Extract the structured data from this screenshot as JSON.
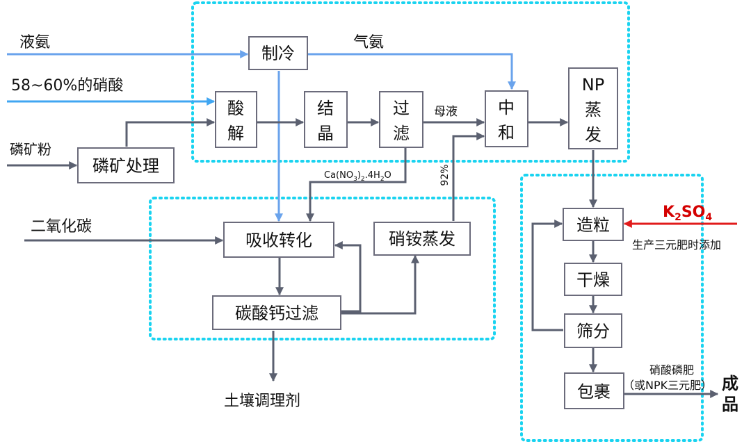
{
  "nodes": {
    "refrigeration": "制冷",
    "acid_1": "酸",
    "acid_2": "解",
    "cryst_1": "结",
    "cryst_2": "晶",
    "filter_1": "过",
    "filter_2": "滤",
    "neutral_1": "中",
    "neutral_2": "和",
    "np_1": "NP",
    "np_2": "蒸",
    "np_3": "发",
    "rock_treatment": "磷矿处理",
    "absorption": "吸收转化",
    "an_evap": "硝铵蒸发",
    "caco3_filter": "碳酸钙过滤",
    "granulation": "造粒",
    "drying": "干燥",
    "screening": "筛分",
    "coating": "包裹"
  },
  "inputs": {
    "liquid_ammonia": "液氨",
    "nitric_acid": "58~60%的硝酸",
    "rock_powder": "磷矿粉",
    "co2": "二氧化碳"
  },
  "labels": {
    "gas_ammonia": "气氨",
    "mother_liquor": "母液",
    "pct92": "92%",
    "soil": "土壤调理剂",
    "k_add": "生产三元肥时添加",
    "product_1": "硝酸磷肥",
    "product_2": "（或NPK三元肥）",
    "final_1": "成",
    "final_2": "品"
  },
  "formulas": {
    "ca_nitrate": {
      "a": "Ca(NO",
      "b": "3",
      "c": ")",
      "d": "2",
      "e": ".4H",
      "f": "2",
      "g": "O"
    },
    "k2so4": {
      "a": "K",
      "b": "2",
      "c": "SO",
      "d": "4"
    }
  },
  "colors": {
    "box_stroke": "#6b6b7b",
    "flow": "#5b6070",
    "ammonia_flow": "#6aa3ec",
    "acid_flow": "#40a6f2",
    "k2so4_flow": "#e11b1b",
    "k2so4_text": "#d40000",
    "section_border": "#19d3f0"
  }
}
